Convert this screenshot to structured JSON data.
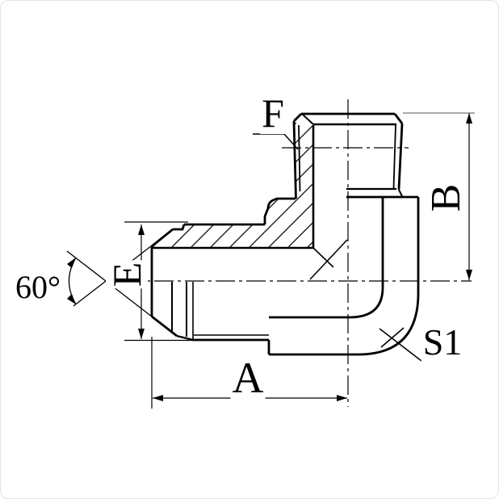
{
  "drawing": {
    "type": "technical-drawing",
    "subject": "90-degree elbow hydraulic adapter fitting, half-section view",
    "labels": {
      "top_thread": "F",
      "vertical_port_height": "B",
      "flare_thread_diameter": "E",
      "horizontal_length": "A",
      "wrench_flat": "S1",
      "cone_angle": "60°"
    },
    "colors": {
      "line": "#000000",
      "background": "#ffffff"
    }
  }
}
